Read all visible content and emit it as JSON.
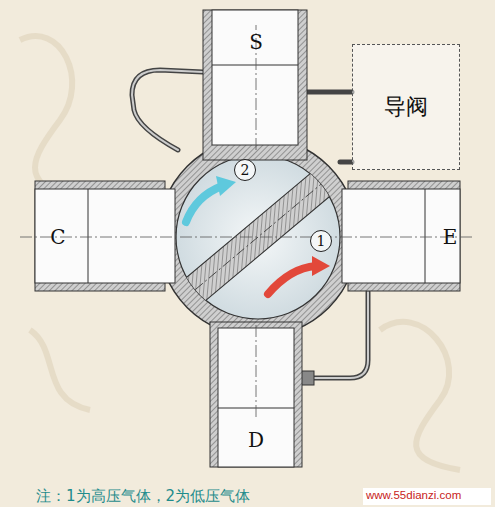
{
  "diagram": {
    "nodes": [
      {
        "text": [
          "导阀"
        ]
      },
      {
        "text": [
          "2"
        ]
      },
      {
        "text": [
          "1"
        ]
      }
    ],
    "labels": [
      "S",
      "C",
      "E",
      "D",
      "注：1为高压气体，2为低压气体",
      "www.55dianzi.com"
    ]
  }
}
